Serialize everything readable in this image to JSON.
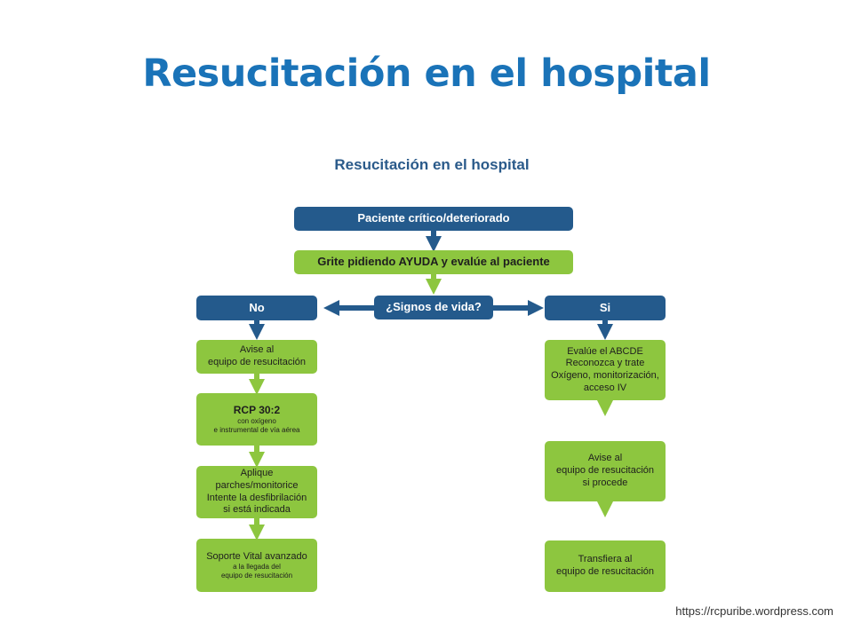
{
  "slide": {
    "title": "Resucitación en el hospital",
    "source": "https://rcpuribe.wordpress.com"
  },
  "diagram": {
    "title": "Resucitación en el hospital",
    "patient": "Paciente crítico/deteriorado",
    "shout": "Grite pidiendo AYUDA y evalúe al paciente",
    "signs": "¿Signos de vida?",
    "no": "No",
    "yes": "Si",
    "left": {
      "alert": [
        "Avise al",
        "equipo de resucitación"
      ],
      "cpr_title": "RCP 30:2",
      "cpr_detail": [
        "con oxígeno",
        "e instrumental de vía aérea"
      ],
      "pads": [
        "Aplique",
        "parches/monitorice",
        "Intente la desfibrilación",
        "si está indicada"
      ],
      "als_title": "Soporte Vital avanzado",
      "als_detail": [
        "a la llegada del",
        "equipo de resucitación"
      ]
    },
    "right": {
      "abcde": [
        "Evalúe el ABCDE",
        "Reconozca y trate",
        "Oxígeno, monitorización,",
        "acceso IV"
      ],
      "alert": [
        "Avise al",
        "equipo de resucitación",
        "si procede"
      ],
      "transfer": [
        "Transfiera al",
        "equipo de resucitación"
      ]
    }
  },
  "colors": {
    "title": "#1a73b8",
    "box_blue": "#245a8c",
    "box_green": "#8dc63f"
  }
}
